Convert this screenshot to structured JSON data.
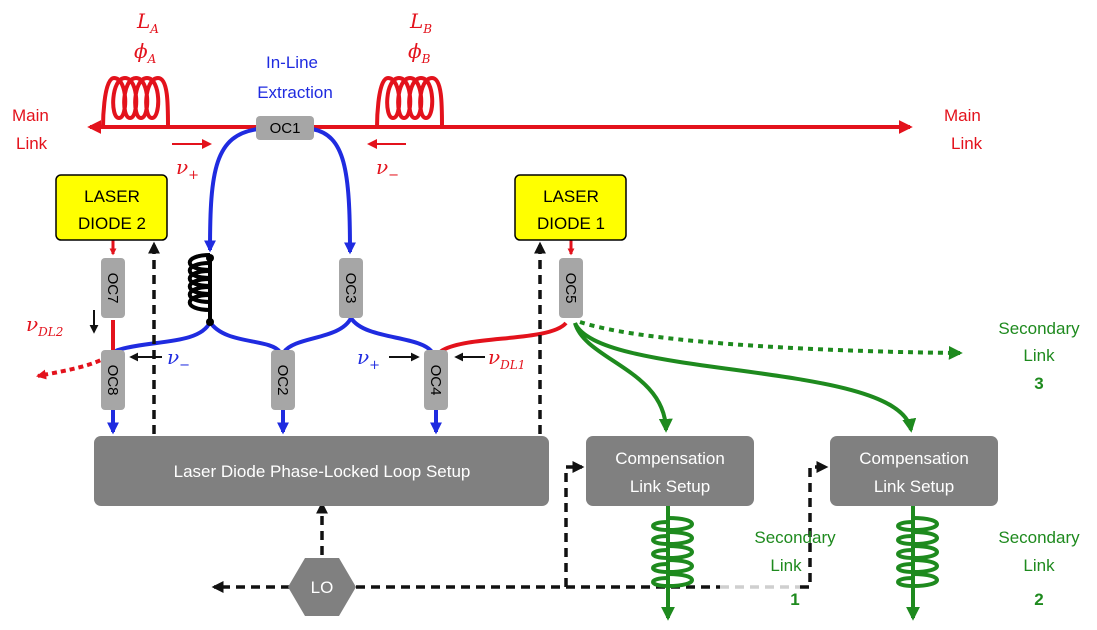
{
  "main_link": {
    "left_label": [
      "Main",
      "Link"
    ],
    "right_label": [
      "Main",
      "Link"
    ],
    "spool_a": {
      "length": "L",
      "length_sub": "A",
      "phase": "ϕ",
      "phase_sub": "A"
    },
    "spool_b": {
      "length": "L",
      "length_sub": "B",
      "phase": "ϕ",
      "phase_sub": "B"
    },
    "extraction_label": [
      "In-Line",
      "Extraction"
    ],
    "nu_plus": {
      "base": "ν",
      "sub": "+"
    },
    "nu_minus": {
      "base": "ν",
      "sub": "−"
    }
  },
  "couplers": {
    "oc1": "OC1",
    "oc2": "OC2",
    "oc3": "OC3",
    "oc4": "OC4",
    "oc5": "OC5",
    "oc7": "OC7",
    "oc8": "OC8"
  },
  "lasers": {
    "diode2": [
      "LASER",
      "DIODE 2"
    ],
    "diode1": [
      "LASER",
      "DIODE 1"
    ]
  },
  "freq_labels": {
    "nu_dl2": {
      "base": "ν",
      "sub": "DL2"
    },
    "nu_dl1": {
      "base": "ν",
      "sub": "DL1"
    },
    "nu_minus_oc8": {
      "base": "ν",
      "sub": "−"
    },
    "nu_plus_oc4": {
      "base": "ν",
      "sub": "+"
    }
  },
  "pll_box": "Laser Diode Phase-Locked Loop Setup",
  "compensation_1": [
    "Compensation",
    "Link Setup"
  ],
  "compensation_2": [
    "Compensation",
    "Link Setup"
  ],
  "lo": "LO",
  "secondary_links": {
    "link1": {
      "line1": "Secondary",
      "line2": "Link",
      "num": "1"
    },
    "link2": {
      "line1": "Secondary",
      "line2": "Link",
      "num": "2"
    },
    "link3": {
      "line1": "Secondary",
      "line2": "Link",
      "num": "3"
    }
  },
  "colors": {
    "main_fiber": "#e3121c",
    "extraction_fiber": "#1f2be0",
    "secondary_fiber": "#1e8a1e",
    "electrical": "#111111",
    "coupler_box": "#a6a6a6",
    "laser_box": "#ffff00",
    "setup_box": "#808080"
  }
}
